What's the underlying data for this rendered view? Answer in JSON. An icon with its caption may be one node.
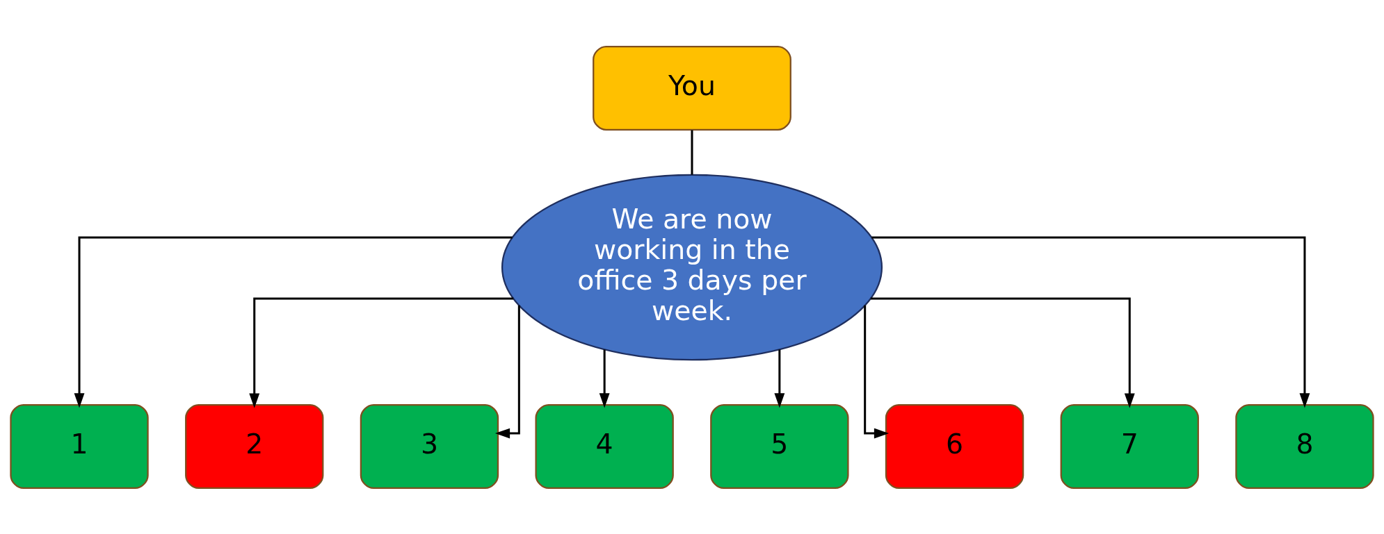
{
  "diagram": {
    "nodes": [
      {
        "text": [
          "You"
        ]
      },
      {
        "text": [
          "We are now working in the office 3 days per week."
        ]
      },
      {
        "text": [
          "1"
        ]
      },
      {
        "text": [
          "2"
        ]
      },
      {
        "text": [
          "3"
        ]
      },
      {
        "text": [
          "4"
        ]
      },
      {
        "text": [
          "5"
        ]
      },
      {
        "text": [
          "6"
        ]
      },
      {
        "text": [
          "7"
        ]
      },
      {
        "text": [
          "8"
        ]
      }
    ],
    "edges": [
      {
        "from": 0,
        "to": 1,
        "arrow": "none"
      },
      {
        "from": 1,
        "to": 2,
        "arrow": "to"
      },
      {
        "from": 1,
        "to": 3,
        "arrow": "to"
      },
      {
        "from": 1,
        "to": 4,
        "arrow": "to"
      },
      {
        "from": 1,
        "to": 5,
        "arrow": "to"
      },
      {
        "from": 1,
        "to": 6,
        "arrow": "to"
      },
      {
        "from": 1,
        "to": 7,
        "arrow": "to"
      },
      {
        "from": 1,
        "to": 8,
        "arrow": "to"
      },
      {
        "from": 1,
        "to": 9,
        "arrow": "to"
      }
    ]
  }
}
